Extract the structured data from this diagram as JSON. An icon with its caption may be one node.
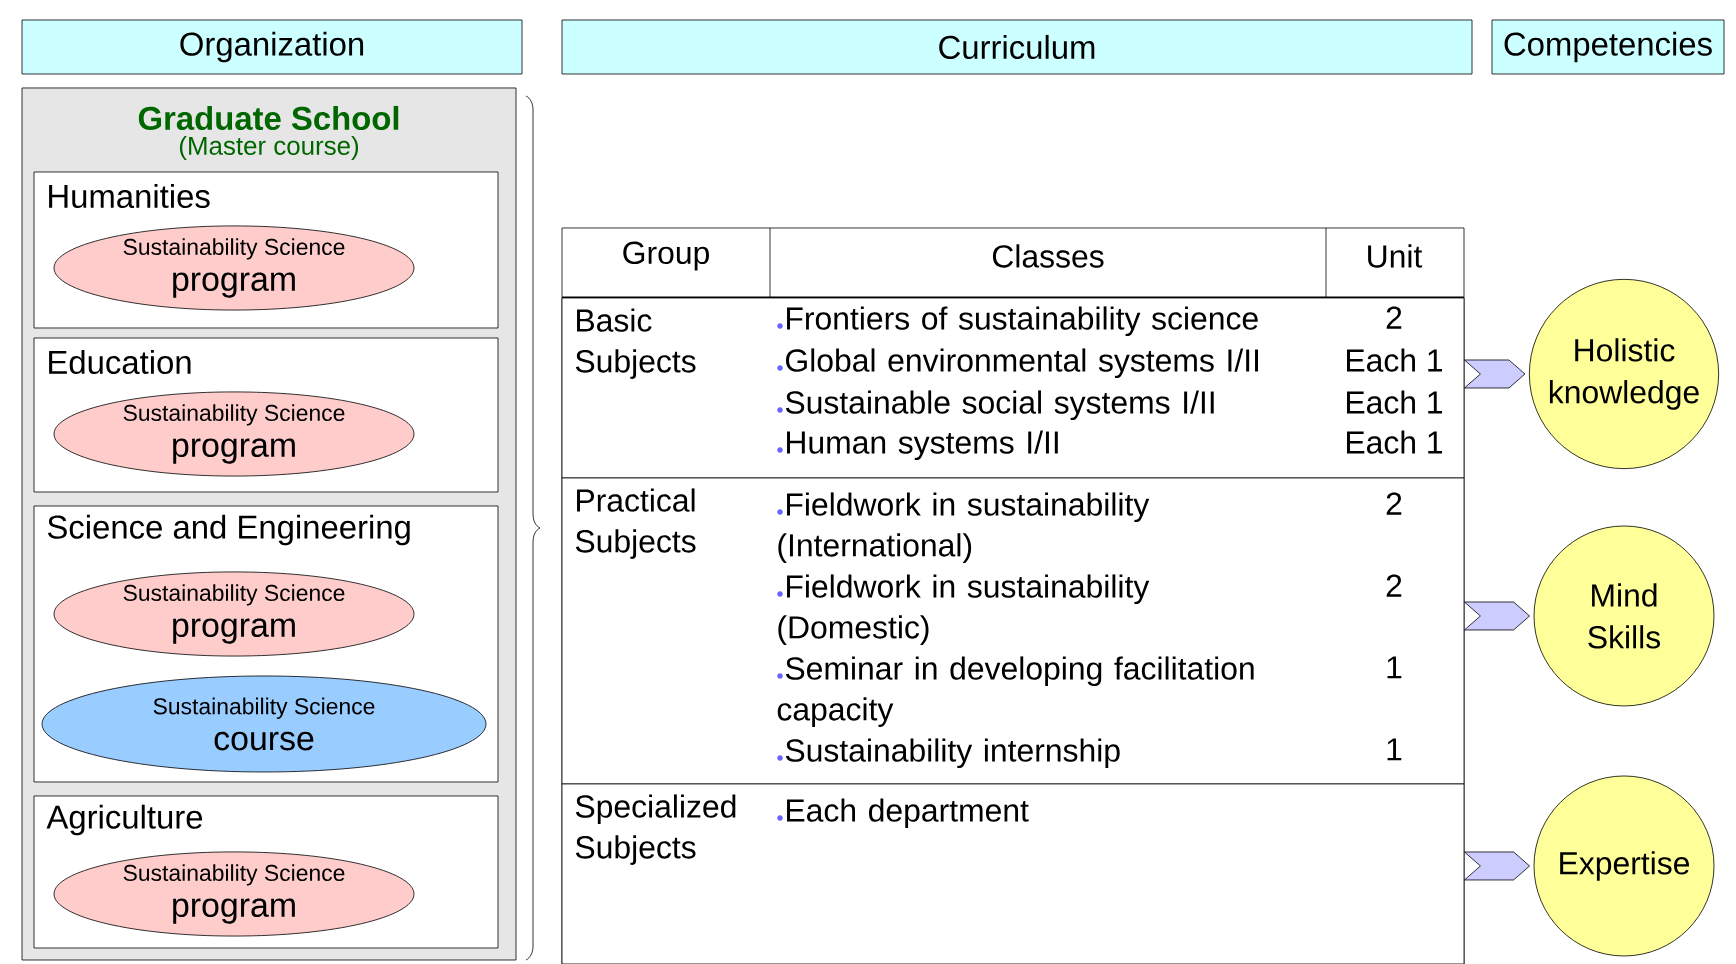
{
  "diagram": {
    "nodes": [
      {
        "text": [
          "Organization"
        ]
      },
      {
        "text": [
          "Curriculum"
        ]
      },
      {
        "text": [
          "Competencies"
        ]
      },
      {
        "text": [
          "Graduate School",
          "(Master course)"
        ]
      },
      {
        "text": [
          "Humanities"
        ],
        "in": 3
      },
      {
        "text": [
          "Sustainability Science",
          "program"
        ],
        "in": 4
      },
      {
        "text": [
          "Education"
        ],
        "in": 3
      },
      {
        "text": [
          "Sustainability Science",
          "program"
        ],
        "in": 6
      },
      {
        "text": [
          "Science and Engineering"
        ],
        "in": 3
      },
      {
        "text": [
          "Sustainability Science",
          "program"
        ],
        "in": 8
      },
      {
        "text": [
          "Sustainability Science",
          "course"
        ],
        "in": 8
      },
      {
        "text": [
          "Agriculture"
        ],
        "in": 3
      },
      {
        "text": [
          "Sustainability Science",
          "program"
        ],
        "in": 11
      },
      {
        "text": [
          "Group",
          "Classes",
          "Unit"
        ]
      },
      {
        "text": [
          "Basic Subjects",
          "Frontiers of sustainability science",
          "Global environmental systems I/II",
          "Sustainable social systems I/II",
          "Human systems I/II",
          "2",
          "Each 1",
          "Each 1",
          "Each 1"
        ],
        "in": 13
      },
      {
        "text": [
          "Practical Subjects",
          "Fieldwork in sustainability (International)",
          "Fieldwork in sustainability (Domestic)",
          "Seminar in developing facilitation capacity",
          "Sustainability internship",
          "2",
          "2",
          "1",
          "1"
        ],
        "in": 13
      },
      {
        "text": [
          "Specialized Subjects",
          "Each department"
        ],
        "in": 13
      },
      {
        "text": [
          "Holistic knowledge"
        ]
      },
      {
        "text": [
          "Mind Skills"
        ]
      },
      {
        "text": [
          "Expertise"
        ]
      }
    ],
    "edges": [
      {
        "from": 14,
        "to": 17,
        "arrow": "to"
      },
      {
        "from": 15,
        "to": 18,
        "arrow": "to"
      },
      {
        "from": 16,
        "to": 19,
        "arrow": "to"
      }
    ]
  }
}
